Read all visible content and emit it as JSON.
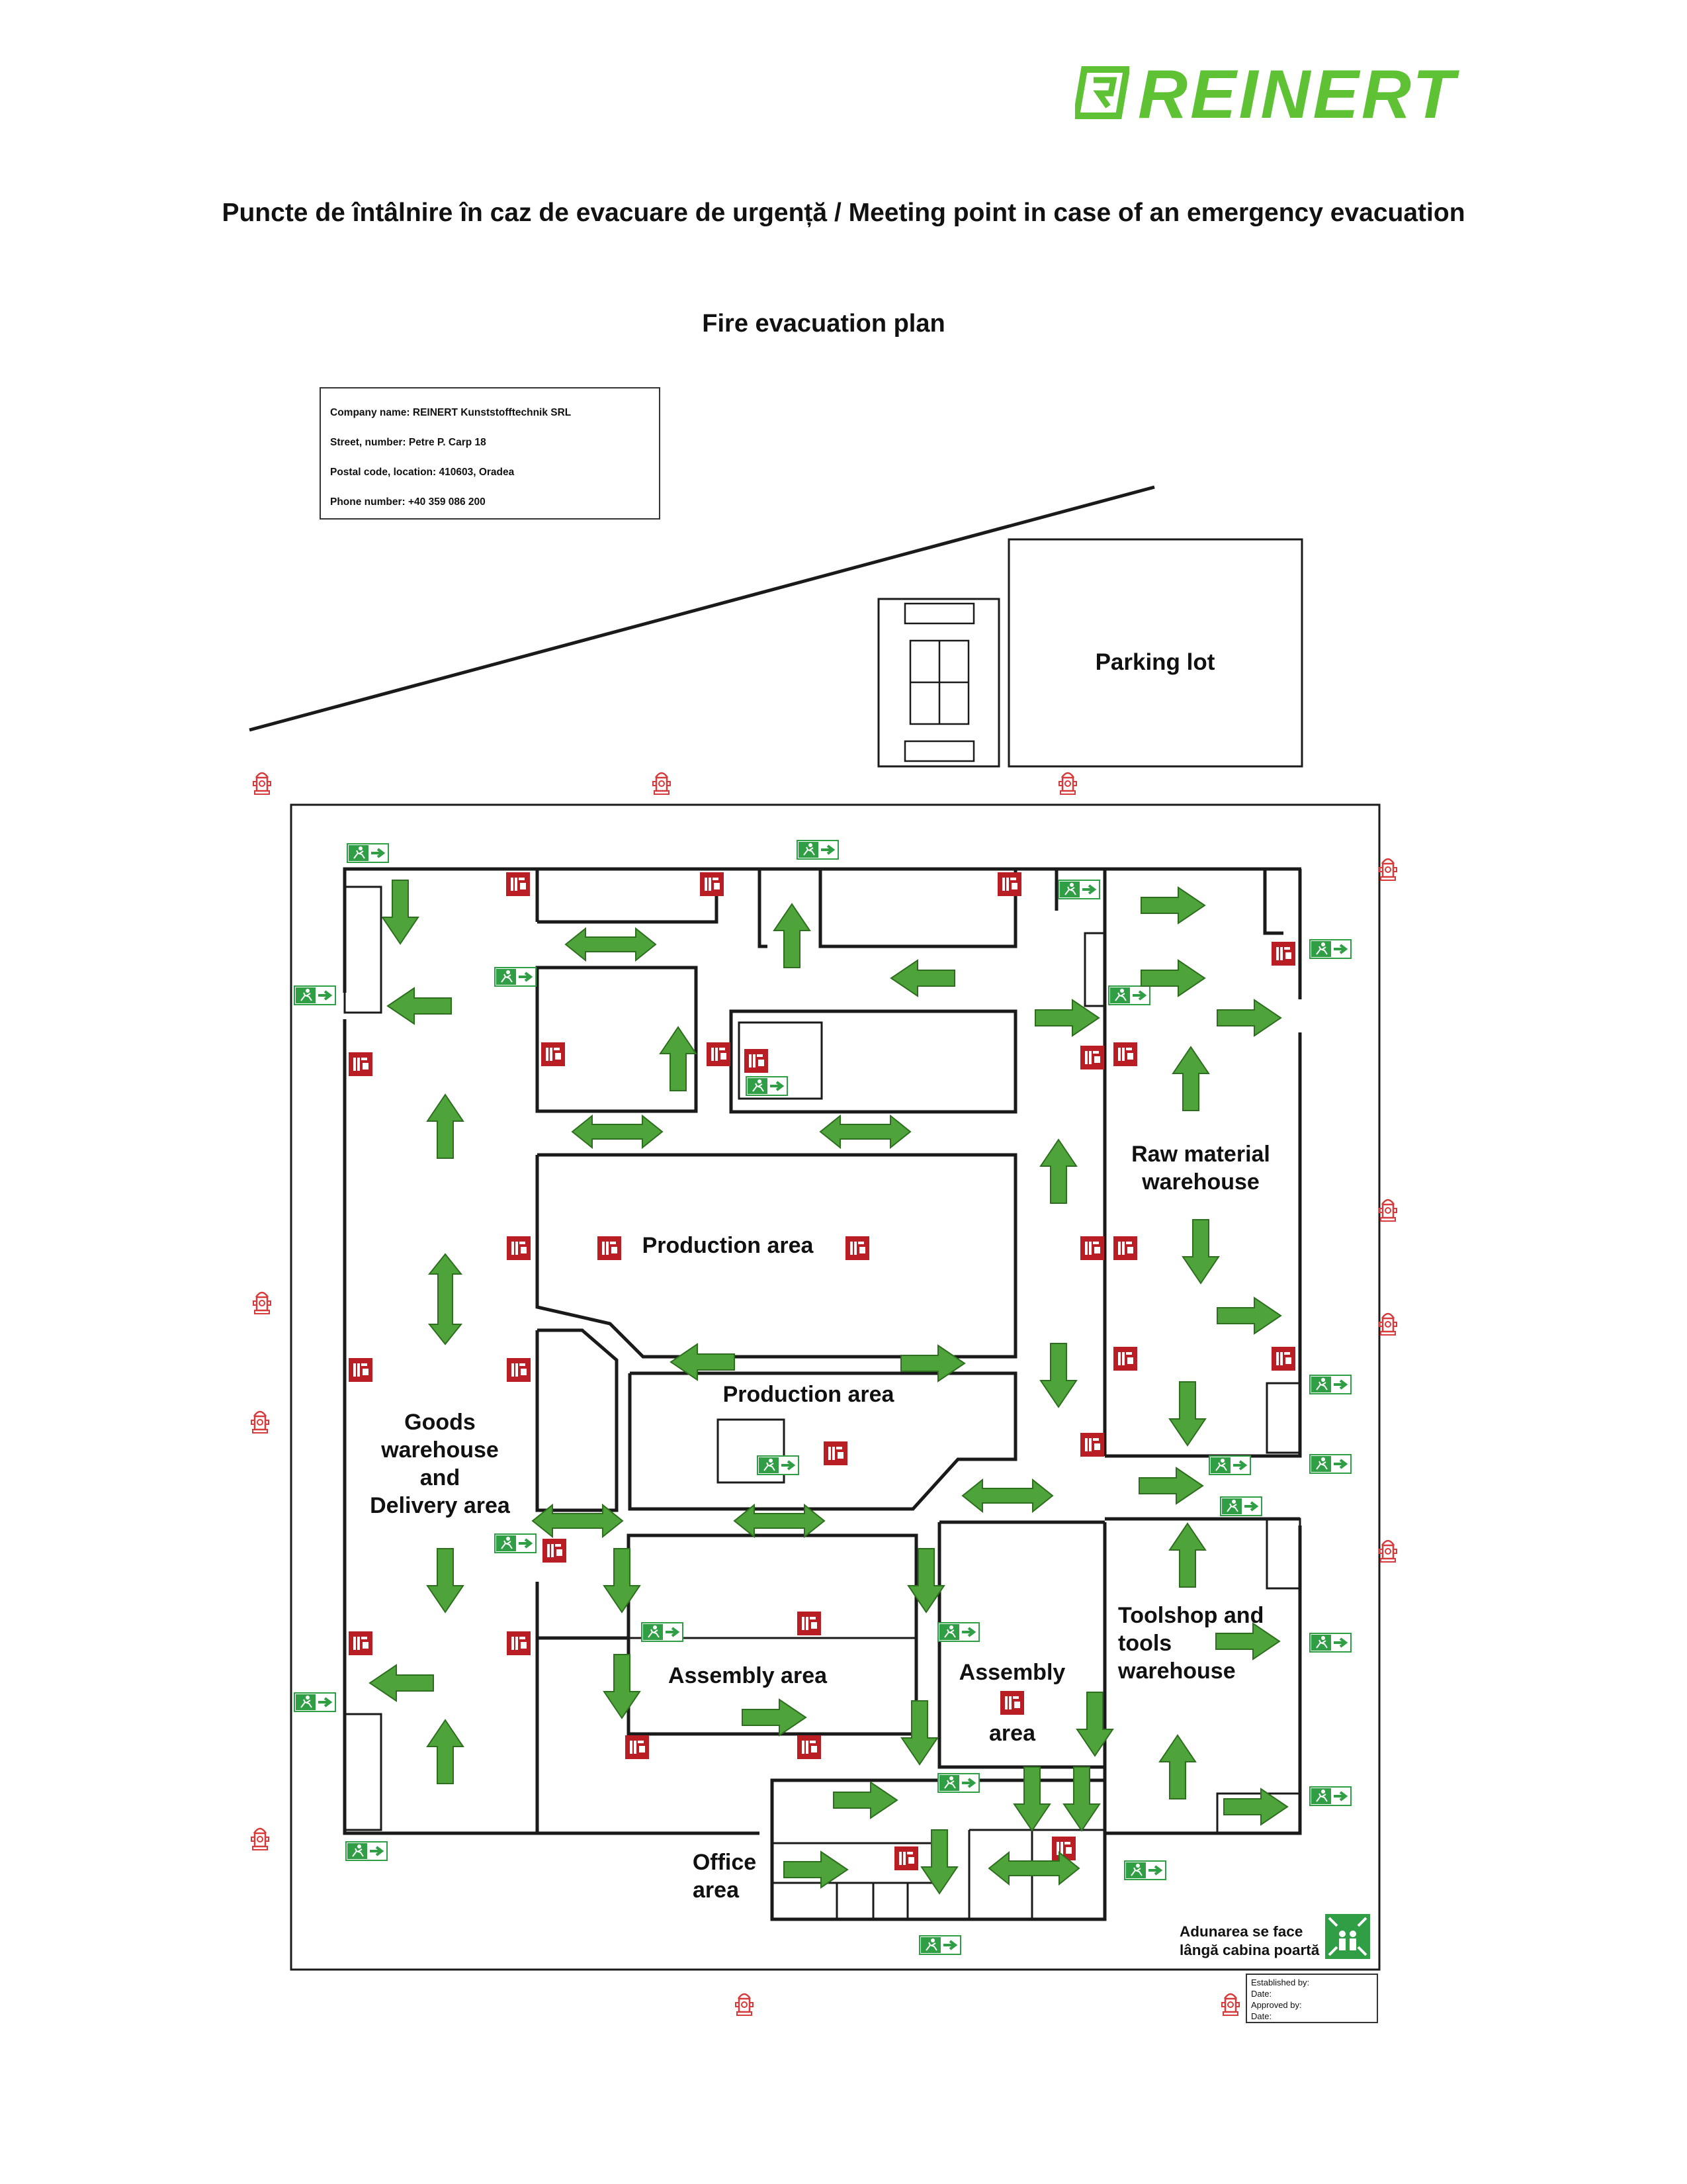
{
  "logo": {
    "text": "REINERT",
    "color": "#5fc235"
  },
  "heading": "Puncte de întâlnire în caz de evacuare de urgență / Meeting point in case of an emergency evacuation",
  "plan_title": "Fire evacuation plan",
  "company_info": {
    "name": "Company name: REINERT Kunststofftechnik SRL",
    "street": "Street, number: Petre P. Carp 18",
    "postal": "Postal code, location: 410603, Oradea",
    "phone": "Phone number: +40 359 086 200"
  },
  "areas": {
    "parking": "Parking lot",
    "raw_1": "Raw material",
    "raw_2": "warehouse",
    "production_main": "Production area",
    "production_lower": "Production area",
    "goods_1": "Goods",
    "goods_2": "warehouse",
    "goods_3": "and",
    "goods_4": "Delivery area",
    "assembly_left": "Assembly area",
    "assembly_right_1": "Assembly",
    "assembly_right_2": "area",
    "toolshop_1": "Toolshop and",
    "toolshop_2": "tools",
    "toolshop_3": "warehouse",
    "office_1": "Office",
    "office_2": "area"
  },
  "legend": {
    "line1": "Adunarea se face",
    "line2": "lângă cabina poartă"
  },
  "stamp": {
    "established": "Established by:",
    "date1": "Date:",
    "approved": "Approved by:",
    "date2": "Date:"
  },
  "colors": {
    "arrow": "#4ea43a",
    "arrow_border": "#2d6e1f",
    "extinguisher": "#b81e24",
    "exit_sign": "#2f9e45",
    "hydrant": "#d63a3a",
    "wall": "#1a1a1a"
  },
  "icons": {
    "arrow": "arrow-icon",
    "double_arrow": "double-arrow-icon",
    "extinguisher": "fire-extinguisher-icon",
    "exit_sign": "emergency-exit-icon",
    "hydrant": "fire-hydrant-icon",
    "assembly": "assembly-point-icon"
  }
}
